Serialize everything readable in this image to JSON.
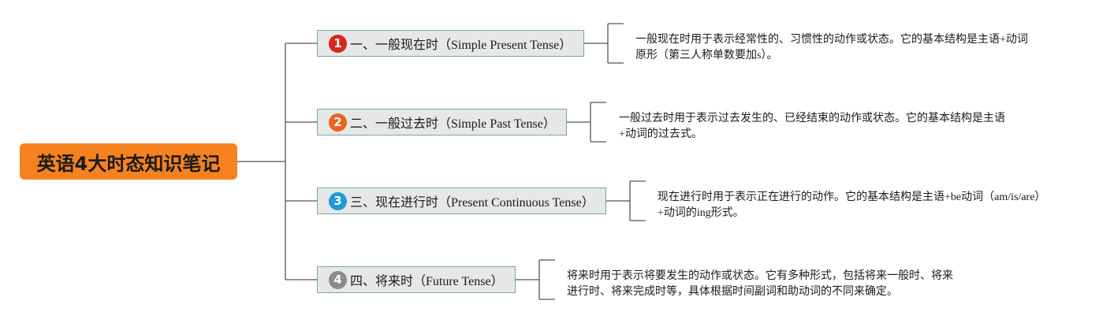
{
  "root": {
    "title": "英语4大时态知识笔记"
  },
  "colors": {
    "root_bg": "#f5821f",
    "branch_bg": "#e5e8e7",
    "branch_border": "#7aa896",
    "line": "#555555"
  },
  "branches": [
    {
      "number": "1",
      "badge_color": "#d7261e",
      "label": "一、一般现在时（Simple Present Tense）",
      "desc_line1": "一般现在时用于表示经常性的、习惯性的动作或状态。它的基本结构是主语+动词",
      "desc_line2": "原形（第三人称单数要加s）。"
    },
    {
      "number": "2",
      "badge_color": "#e8651f",
      "label": "二、一般过去时（Simple Past Tense）",
      "desc_line1": "一般过去时用于表示过去发生的、已经结束的动作或状态。它的基本结构是主语",
      "desc_line2": "+动词的过去式。"
    },
    {
      "number": "3",
      "badge_color": "#1e9ad6",
      "label": "三、现在进行时（Present Continuous Tense）",
      "desc_line1": "现在进行时用于表示正在进行的动作。它的基本结构是主语+be动词（am/is/are）",
      "desc_line2": "+动词的ing形式。"
    },
    {
      "number": "4",
      "badge_color": "#8c8c8c",
      "label": "四、将来时（Future Tense）",
      "desc_line1": "将来时用于表示将要发生的动作或状态。它有多种形式，包括将来一般时、将来",
      "desc_line2": "进行时、将来完成时等，具体根据时间副词和助动词的不同来确定。"
    }
  ]
}
